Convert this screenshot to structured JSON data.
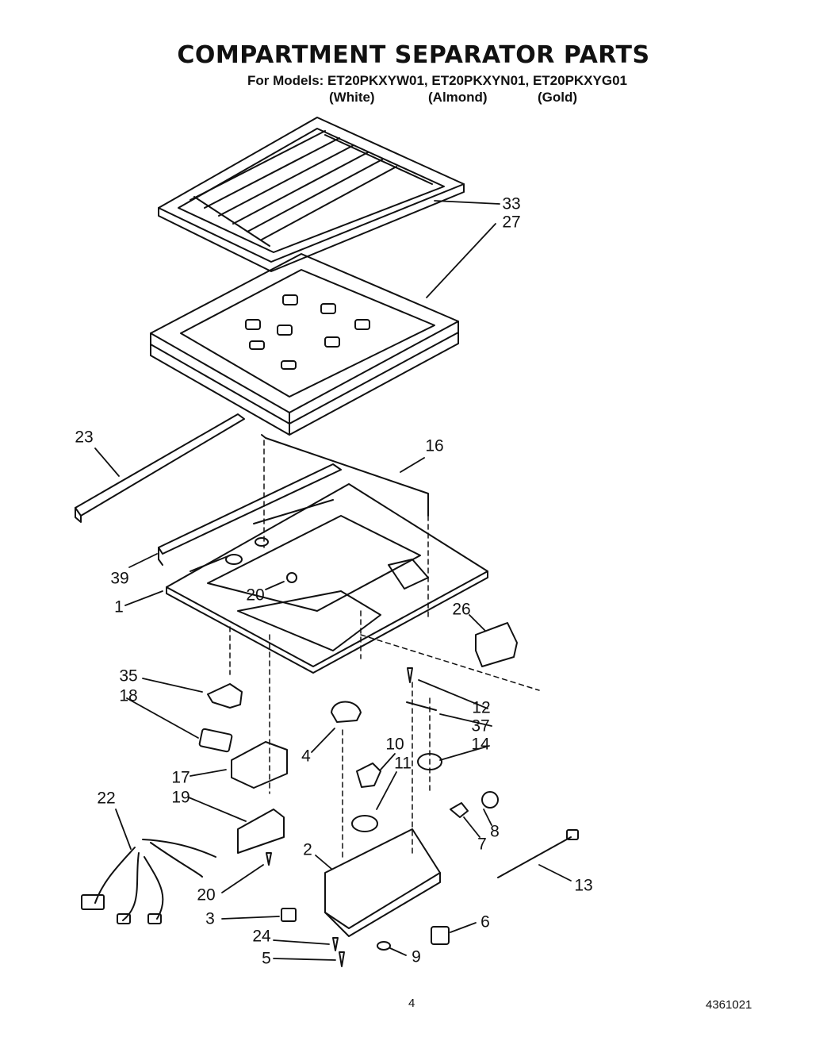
{
  "title": "COMPARTMENT SEPARATOR PARTS",
  "models_line": "For Models: ET20PKXYW01, ET20PKXYN01, ET20PKXYG01",
  "variants": [
    "(White)",
    "(Almond)",
    "(Gold)"
  ],
  "part_labels": {
    "p33": "33",
    "p27": "27",
    "p23": "23",
    "p16": "16",
    "p39": "39",
    "p20a": "20",
    "p1": "1",
    "p26": "26",
    "p35": "35",
    "p18": "18",
    "p12": "12",
    "p37": "37",
    "p4": "4",
    "p10": "10",
    "p11": "11",
    "p14": "14",
    "p17": "17",
    "p22": "22",
    "p19": "19",
    "p8": "8",
    "p7": "7",
    "p2": "2",
    "p13": "13",
    "p20b": "20",
    "p3": "3",
    "p6": "6",
    "p24": "24",
    "p9": "9",
    "p5": "5"
  },
  "page_number": "4",
  "doc_number": "4361021"
}
